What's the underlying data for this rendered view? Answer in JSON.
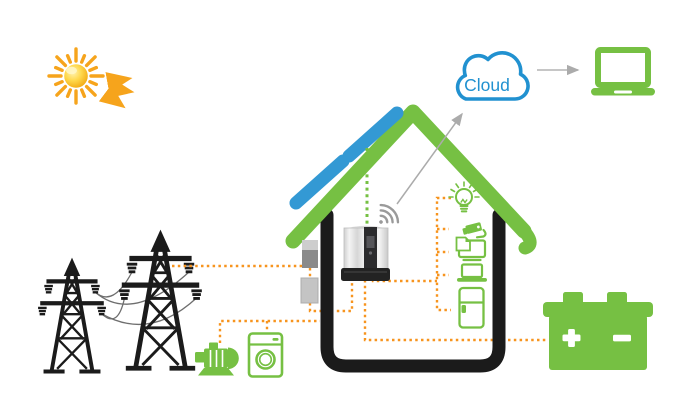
{
  "title": "Residential solar energy system diagram",
  "colors": {
    "green": "#76c043",
    "panel_blue": "#3399d4",
    "cloud_blue": "#2191d0",
    "wire_orange": "#f7941e",
    "silhouette_black": "#1b1b1b",
    "arrow_gray": "#ababab",
    "sun_orange": "#f6a41c",
    "meter_gray": "#9a9a9a"
  },
  "cloud": {
    "label": "Cloud"
  },
  "battery": {
    "positive_symbol": "plus",
    "negative_symbol": "minus"
  },
  "icons": [
    "sun-icon",
    "sunlight-arrows",
    "transmission-tower-icon",
    "meter-box",
    "solar-panel",
    "house-roof",
    "house-walls",
    "inverter",
    "wifi-icon",
    "cloud-icon",
    "monitoring-laptop-icon",
    "lightbulb-icon",
    "security-camera-icon",
    "monitor-icon",
    "laptop-icon",
    "refrigerator-icon",
    "battery-icon",
    "water-pump-icon",
    "washing-machine-icon"
  ],
  "diagram": {
    "nodes": [
      {
        "id": "sun",
        "type": "energy-source",
        "label_visible": false
      },
      {
        "id": "utility-grid",
        "type": "transmission-towers",
        "label_visible": false
      },
      {
        "id": "solar-panels",
        "type": "pv-array",
        "location": "left roof slope"
      },
      {
        "id": "meters",
        "type": "utility-meter-boxes",
        "count": 2
      },
      {
        "id": "inverter",
        "type": "hybrid-inverter",
        "wifi": true
      },
      {
        "id": "cloud",
        "type": "cloud-service",
        "label": "Cloud"
      },
      {
        "id": "monitoring-laptop",
        "type": "remote-monitor"
      },
      {
        "id": "home-loads",
        "type": "devices",
        "items": [
          "light-bulb",
          "security-camera",
          "monitor",
          "laptop",
          "refrigerator"
        ]
      },
      {
        "id": "battery",
        "type": "storage-battery",
        "terminals": [
          "+",
          "−"
        ]
      },
      {
        "id": "outdoor-loads",
        "type": "appliances",
        "items": [
          "water-pump",
          "washing-machine"
        ]
      }
    ],
    "connections": [
      {
        "from": "sun",
        "to": "solar-panels",
        "style": "orange-arrows"
      },
      {
        "from": "solar-panels",
        "to": "inverter",
        "style": "green-dotted"
      },
      {
        "from": "utility-grid",
        "to": "meters",
        "style": "orange-dashed"
      },
      {
        "from": "meters",
        "to": "inverter",
        "style": "orange-dashed"
      },
      {
        "from": "inverter",
        "to": "home-loads",
        "style": "orange-dashed"
      },
      {
        "from": "inverter",
        "to": "battery",
        "style": "orange-dashed"
      },
      {
        "from": "outdoor-loads",
        "to": "house",
        "style": "orange-dashed"
      },
      {
        "from": "inverter",
        "to": "cloud",
        "style": "gray-arrow"
      },
      {
        "from": "cloud",
        "to": "monitoring-laptop",
        "style": "gray-arrow"
      }
    ]
  }
}
